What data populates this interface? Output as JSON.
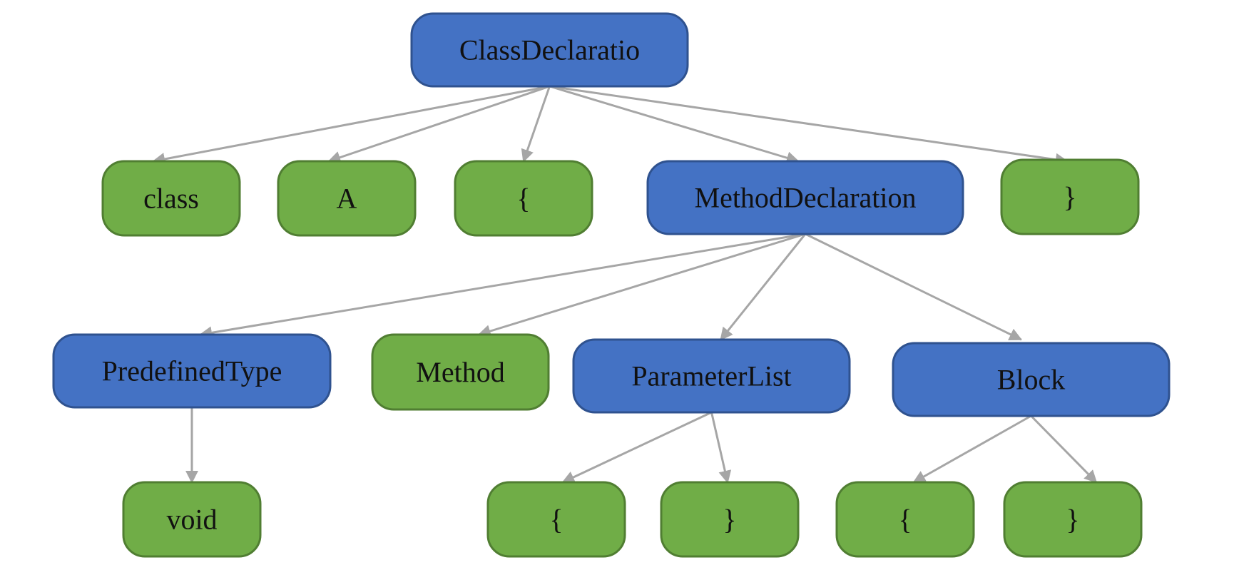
{
  "colors": {
    "blue_fill": "#4472C4",
    "blue_stroke": "#2F528F",
    "green_fill": "#70AD47",
    "green_stroke": "#507E32",
    "edge": "#A6A6A6"
  },
  "nodes": {
    "class_declaration": {
      "label": "ClassDeclaratio",
      "kind": "blue"
    },
    "class_keyword": {
      "label": "class",
      "kind": "green"
    },
    "identifier_a": {
      "label": "A",
      "kind": "green"
    },
    "class_open_brace": {
      "label": "{",
      "kind": "green"
    },
    "method_declaration": {
      "label": "MethodDeclaration",
      "kind": "blue"
    },
    "class_close_brace": {
      "label": "}",
      "kind": "green"
    },
    "predefined_type": {
      "label": "PredefinedType",
      "kind": "blue"
    },
    "method_identifier": {
      "label": "Method",
      "kind": "green"
    },
    "parameter_list": {
      "label": "ParameterList",
      "kind": "blue"
    },
    "block": {
      "label": "Block",
      "kind": "blue"
    },
    "void_keyword": {
      "label": "void",
      "kind": "green"
    },
    "param_open_brace": {
      "label": "{",
      "kind": "green"
    },
    "param_close_brace": {
      "label": "}",
      "kind": "green"
    },
    "block_open_brace": {
      "label": "{",
      "kind": "green"
    },
    "block_close_brace": {
      "label": "}",
      "kind": "green"
    }
  },
  "edges": [
    {
      "from": "class_declaration",
      "to": "class_keyword"
    },
    {
      "from": "class_declaration",
      "to": "identifier_a"
    },
    {
      "from": "class_declaration",
      "to": "class_open_brace"
    },
    {
      "from": "class_declaration",
      "to": "method_declaration"
    },
    {
      "from": "class_declaration",
      "to": "class_close_brace"
    },
    {
      "from": "method_declaration",
      "to": "predefined_type"
    },
    {
      "from": "method_declaration",
      "to": "method_identifier"
    },
    {
      "from": "method_declaration",
      "to": "parameter_list"
    },
    {
      "from": "method_declaration",
      "to": "block"
    },
    {
      "from": "predefined_type",
      "to": "void_keyword"
    },
    {
      "from": "parameter_list",
      "to": "param_open_brace"
    },
    {
      "from": "parameter_list",
      "to": "param_close_brace"
    },
    {
      "from": "block",
      "to": "block_open_brace"
    },
    {
      "from": "block",
      "to": "block_close_brace"
    }
  ]
}
